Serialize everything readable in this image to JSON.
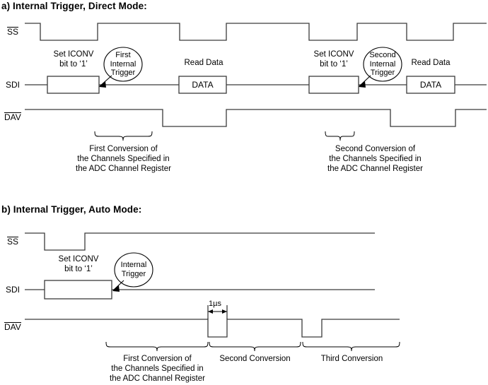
{
  "panels": [
    {
      "id": "a",
      "title": "a) Internal Trigger, Direct Mode:",
      "signals": [
        {
          "name": "SS",
          "label": "SS",
          "overline": true
        },
        {
          "name": "SDI",
          "label": "SDI",
          "overline": false
        },
        {
          "name": "DAV",
          "label": "DAV",
          "overline": true
        }
      ],
      "annotations": [
        {
          "name": "set-iconv-1",
          "line1": "Set ICONV",
          "line2": "bit to ‘1’"
        },
        {
          "name": "read-data-1",
          "line1": "Read Data",
          "line2": ""
        },
        {
          "name": "set-iconv-2",
          "line1": "Set ICONV",
          "line2": "bit to ‘1’"
        },
        {
          "name": "read-data-2",
          "line1": "Read Data",
          "line2": ""
        }
      ],
      "bubbles": [
        {
          "name": "first-internal-trigger",
          "line1": "First",
          "line2": "Internal",
          "line3": "Trigger"
        },
        {
          "name": "second-internal-trigger",
          "line1": "Second",
          "line2": "Internal",
          "line3": "Trigger"
        }
      ],
      "data_boxes": [
        {
          "name": "data-box-1",
          "text": "DATA"
        },
        {
          "name": "data-box-2",
          "text": "DATA"
        }
      ],
      "captions": [
        {
          "name": "first-conversion-caption",
          "line1": "First Conversion of",
          "line2": "the Channels Specified in",
          "line3": "the ADC Channel Register"
        },
        {
          "name": "second-conversion-caption",
          "line1": "Second Conversion of",
          "line2": "the Channels Specified in",
          "line3": "the ADC Channel Register"
        }
      ]
    },
    {
      "id": "b",
      "title": "b) Internal Trigger, Auto Mode:",
      "signals": [
        {
          "name": "SS",
          "label": "SS",
          "overline": true
        },
        {
          "name": "SDI",
          "label": "SDI",
          "overline": false
        },
        {
          "name": "DAV",
          "label": "DAV",
          "overline": true
        }
      ],
      "annotations": [
        {
          "name": "set-iconv-1",
          "line1": "Set ICONV",
          "line2": "bit to ‘1’"
        }
      ],
      "bubbles": [
        {
          "name": "internal-trigger",
          "line1": "Internal",
          "line2": "Trigger",
          "line3": ""
        }
      ],
      "timing_marker": {
        "name": "pulse-width-marker",
        "text": "1µs"
      },
      "captions": [
        {
          "name": "first-conversion-caption",
          "line1": "First Conversion of",
          "line2": "the Channels Specified in",
          "line3": "the ADC Channel Register"
        },
        {
          "name": "second-conversion-caption",
          "line1": "Second Conversion",
          "line2": "",
          "line3": ""
        },
        {
          "name": "third-conversion-caption",
          "line1": "Third Conversion",
          "line2": "",
          "line3": ""
        }
      ]
    }
  ],
  "colors": {
    "stroke": "#3b3b3b",
    "text": "#000000",
    "background": "#ffffff"
  }
}
